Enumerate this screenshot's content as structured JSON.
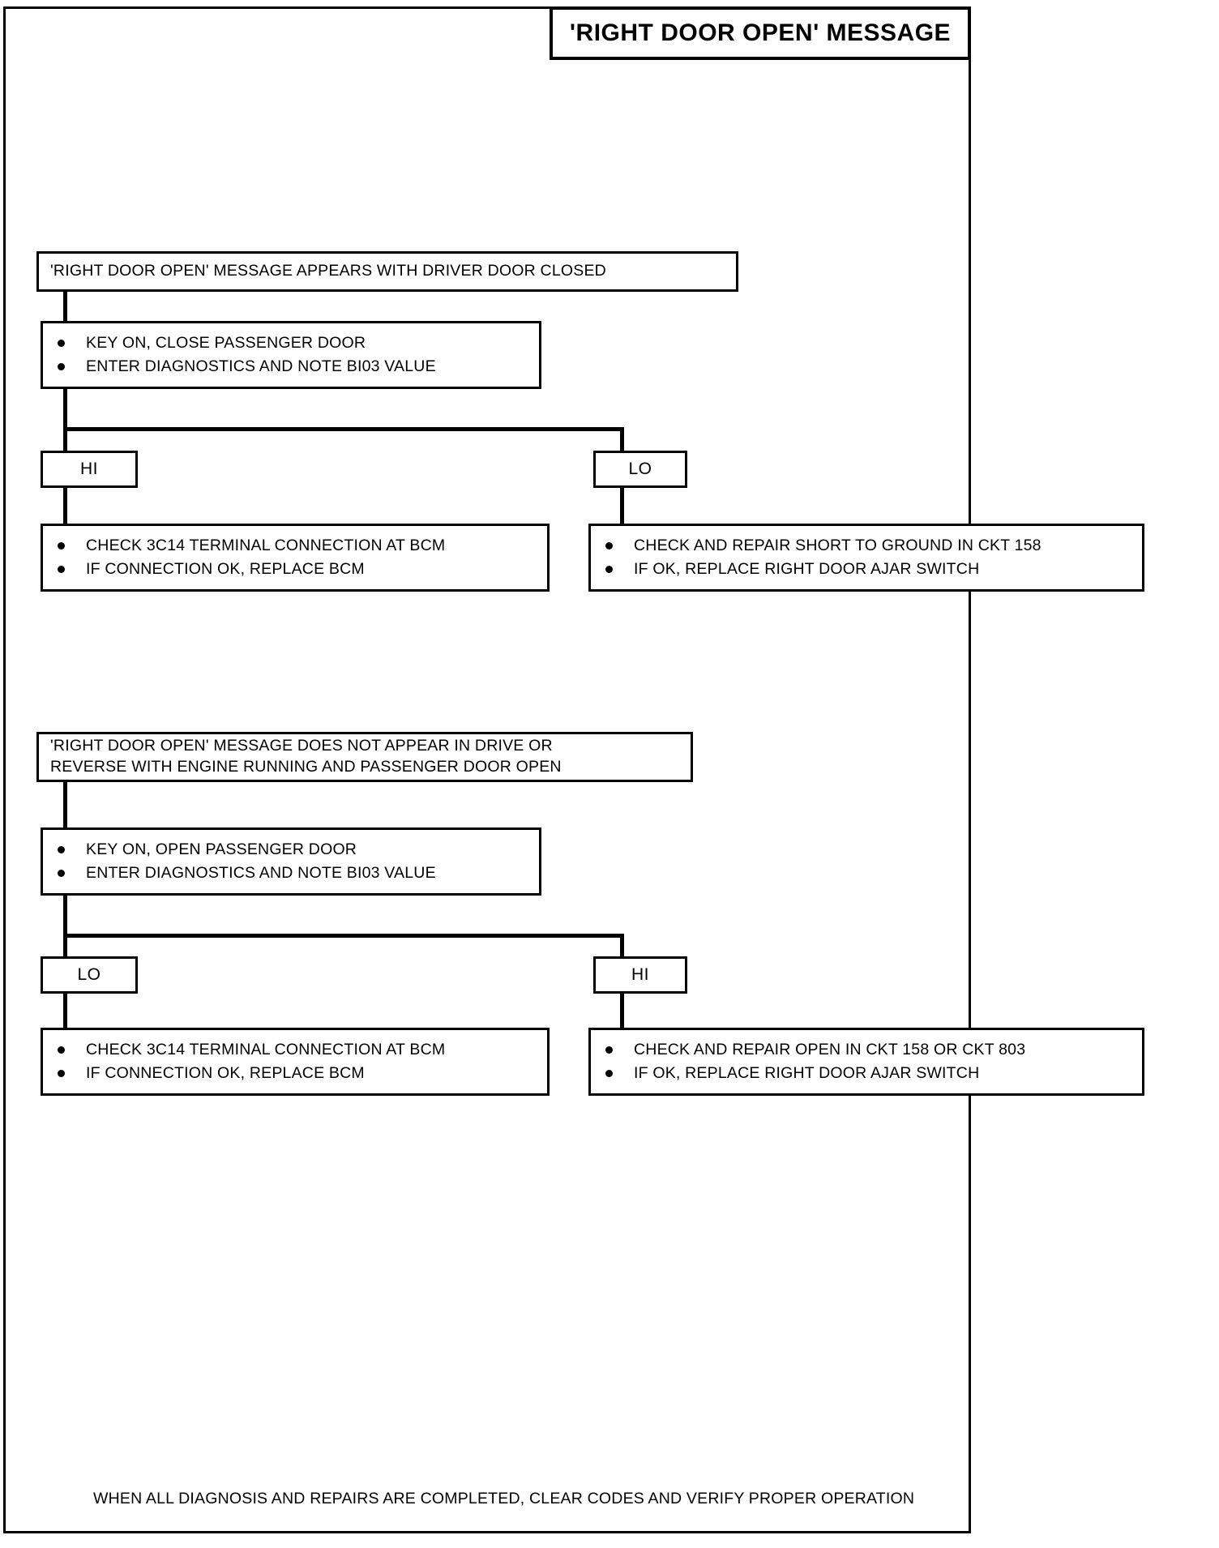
{
  "page": {
    "title": "'RIGHT DOOR OPEN' MESSAGE",
    "footer": "WHEN ALL DIAGNOSIS AND REPAIRS ARE COMPLETED, CLEAR CODES AND VERIFY PROPER OPERATION"
  },
  "section1": {
    "header": "'RIGHT DOOR OPEN' MESSAGE APPEARS WITH DRIVER DOOR CLOSED",
    "steps": [
      "KEY ON, CLOSE PASSENGER DOOR",
      "ENTER DIAGNOSTICS AND NOTE BI03 VALUE"
    ],
    "branch_left_label": "HI",
    "branch_right_label": "LO",
    "result_left": [
      "CHECK 3C14 TERMINAL CONNECTION AT BCM",
      "IF CONNECTION OK, REPLACE BCM"
    ],
    "result_right": [
      "CHECK AND REPAIR SHORT TO GROUND IN CKT 158",
      "IF OK, REPLACE RIGHT DOOR AJAR SWITCH"
    ]
  },
  "section2": {
    "header_line1": "'RIGHT DOOR OPEN' MESSAGE DOES NOT APPEAR IN DRIVE OR",
    "header_line2": "REVERSE WITH ENGINE RUNNING AND PASSENGER DOOR OPEN",
    "steps": [
      "KEY ON, OPEN PASSENGER DOOR",
      "ENTER DIAGNOSTICS AND NOTE BI03 VALUE"
    ],
    "branch_left_label": "LO",
    "branch_right_label": "HI",
    "result_left": [
      "CHECK 3C14 TERMINAL CONNECTION AT BCM",
      "IF CONNECTION OK, REPLACE BCM"
    ],
    "result_right": [
      "CHECK AND REPAIR OPEN IN CKT 158 OR CKT 803",
      "IF OK, REPLACE RIGHT DOOR AJAR SWITCH"
    ]
  },
  "colors": {
    "ink": "#000000",
    "paper": "#ffffff"
  }
}
